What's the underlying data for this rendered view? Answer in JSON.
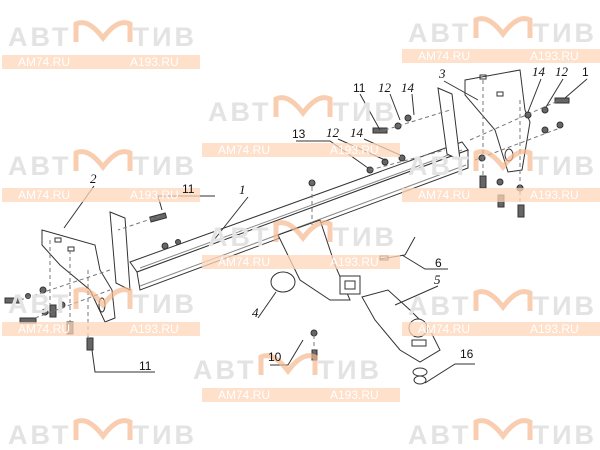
{
  "watermark": {
    "logo_text": "АВТОМОТИВ",
    "left_text": "АВТ",
    "right_text": "ТИВ",
    "url_left": "AM74.RU",
    "url_right": "A193.RU",
    "accent": "#f5b88e"
  },
  "callouts": [
    {
      "id": "c1",
      "text": "1"
    },
    {
      "id": "c2",
      "text": "2"
    },
    {
      "id": "c3",
      "text": "3"
    },
    {
      "id": "c4",
      "text": "4"
    },
    {
      "id": "c5",
      "text": "5"
    },
    {
      "id": "c6",
      "text": "6"
    },
    {
      "id": "c10",
      "text": "10"
    },
    {
      "id": "c11a",
      "text": "11"
    },
    {
      "id": "c11b",
      "text": "11"
    },
    {
      "id": "c11c",
      "text": "11"
    },
    {
      "id": "c12a",
      "text": "12"
    },
    {
      "id": "c12b",
      "text": "12"
    },
    {
      "id": "c12c",
      "text": "12"
    },
    {
      "id": "c13",
      "text": "13"
    },
    {
      "id": "c14a",
      "text": "14"
    },
    {
      "id": "c14b",
      "text": "14"
    },
    {
      "id": "c14c",
      "text": "14"
    },
    {
      "id": "c16",
      "text": "16"
    },
    {
      "id": "c1b",
      "text": "1"
    }
  ]
}
